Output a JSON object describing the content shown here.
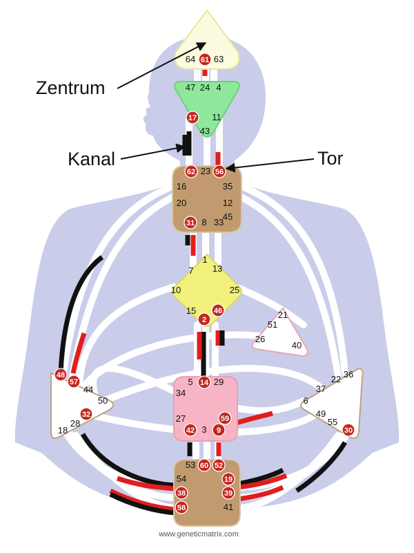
{
  "labels": {
    "center": "Zentrum",
    "channel": "Kanal",
    "gate": "Tor"
  },
  "website": "www.geneticmatrix.com",
  "colors": {
    "body": "#c9cde9",
    "channel_track": "#ffffff",
    "black_line": "#111111",
    "red_line": "#e01e1e",
    "gate_circle": "#c4271f",
    "head": "#fbfbdf",
    "ajna": "#8ee79a",
    "throat": "#c19a6f",
    "g_center": "#f2f07c",
    "ego": "#ffffff",
    "spleen": "#ffffff",
    "sacral": "#f6b4c4",
    "solar_plexus": "#ffffff",
    "root": "#c19a6f"
  },
  "centers": [
    {
      "name": "head",
      "gates": [
        {
          "n": "64",
          "a": false
        },
        {
          "n": "61",
          "a": true
        },
        {
          "n": "63",
          "a": false
        }
      ]
    },
    {
      "name": "ajna",
      "gates": [
        {
          "n": "47",
          "a": false
        },
        {
          "n": "24",
          "a": false
        },
        {
          "n": "4",
          "a": false
        },
        {
          "n": "17",
          "a": true
        },
        {
          "n": "11",
          "a": false
        },
        {
          "n": "43",
          "a": false
        }
      ]
    },
    {
      "name": "throat",
      "gates": [
        {
          "n": "62",
          "a": true
        },
        {
          "n": "23",
          "a": false
        },
        {
          "n": "56",
          "a": true
        },
        {
          "n": "16",
          "a": false
        },
        {
          "n": "35",
          "a": false
        },
        {
          "n": "20",
          "a": false
        },
        {
          "n": "12",
          "a": false
        },
        {
          "n": "45",
          "a": false
        },
        {
          "n": "31",
          "a": true
        },
        {
          "n": "8",
          "a": false
        },
        {
          "n": "33",
          "a": false
        }
      ]
    },
    {
      "name": "g_center",
      "gates": [
        {
          "n": "1",
          "a": false
        },
        {
          "n": "7",
          "a": false
        },
        {
          "n": "13",
          "a": false
        },
        {
          "n": "10",
          "a": false
        },
        {
          "n": "25",
          "a": false
        },
        {
          "n": "15",
          "a": false
        },
        {
          "n": "2",
          "a": true
        },
        {
          "n": "46",
          "a": true
        }
      ]
    },
    {
      "name": "ego",
      "gates": [
        {
          "n": "21",
          "a": false
        },
        {
          "n": "51",
          "a": false
        },
        {
          "n": "26",
          "a": false
        },
        {
          "n": "40",
          "a": false
        }
      ]
    },
    {
      "name": "spleen",
      "gates": [
        {
          "n": "48",
          "a": true
        },
        {
          "n": "57",
          "a": true
        },
        {
          "n": "44",
          "a": false
        },
        {
          "n": "50",
          "a": false
        },
        {
          "n": "32",
          "a": true
        },
        {
          "n": "28",
          "a": false
        },
        {
          "n": "18",
          "a": false
        }
      ]
    },
    {
      "name": "sacral",
      "gates": [
        {
          "n": "5",
          "a": false
        },
        {
          "n": "14",
          "a": true
        },
        {
          "n": "29",
          "a": false
        },
        {
          "n": "34",
          "a": false
        },
        {
          "n": "27",
          "a": false
        },
        {
          "n": "59",
          "a": true
        },
        {
          "n": "42",
          "a": true
        },
        {
          "n": "3",
          "a": false
        },
        {
          "n": "9",
          "a": true
        }
      ]
    },
    {
      "name": "solar_plexus",
      "gates": [
        {
          "n": "36",
          "a": false
        },
        {
          "n": "22",
          "a": false
        },
        {
          "n": "37",
          "a": false
        },
        {
          "n": "6",
          "a": false
        },
        {
          "n": "49",
          "a": false
        },
        {
          "n": "55",
          "a": false
        },
        {
          "n": "30",
          "a": true
        }
      ]
    },
    {
      "name": "root",
      "gates": [
        {
          "n": "53",
          "a": false
        },
        {
          "n": "60",
          "a": true
        },
        {
          "n": "52",
          "a": true
        },
        {
          "n": "54",
          "a": false
        },
        {
          "n": "19",
          "a": true
        },
        {
          "n": "38",
          "a": true
        },
        {
          "n": "39",
          "a": true
        },
        {
          "n": "58",
          "a": true
        },
        {
          "n": "41",
          "a": false
        }
      ]
    }
  ]
}
